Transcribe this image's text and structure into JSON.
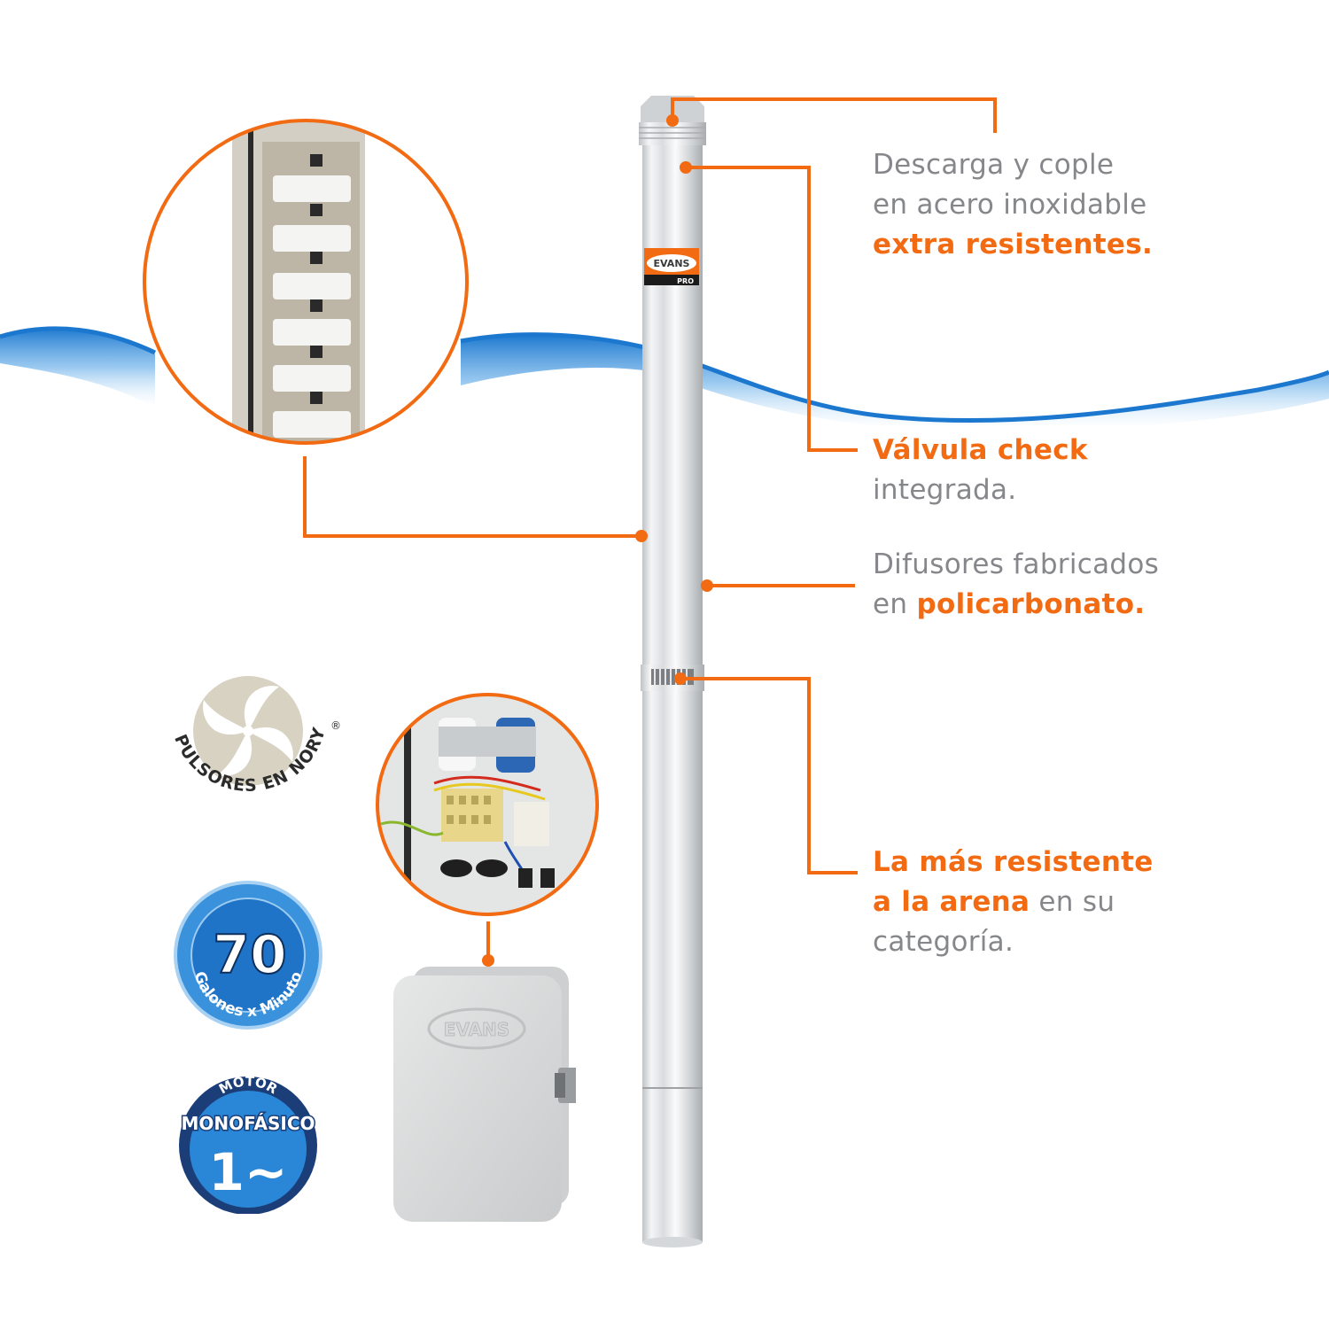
{
  "brand": {
    "name": "EVANS",
    "sub": "PRO",
    "accent_color": "#f26a12",
    "text_color": "#86878a",
    "water_color": "#1f7fd1"
  },
  "features": [
    {
      "id": "descarga",
      "lines": [
        [
          "Descarga y cople",
          ""
        ],
        [
          "en acero inoxidable",
          ""
        ],
        [
          "",
          "extra resistentes."
        ]
      ]
    },
    {
      "id": "valvula",
      "lines": [
        [
          "",
          "Válvula check"
        ],
        [
          "integrada.",
          ""
        ]
      ]
    },
    {
      "id": "difusores",
      "lines": [
        [
          "Difusores fabricados",
          ""
        ],
        [
          "en ",
          "policarbonato."
        ]
      ]
    },
    {
      "id": "arena",
      "lines": [
        [
          "",
          "La más resistente"
        ],
        [
          "",
          "a la arena",
          " en su"
        ],
        [
          "categoría.",
          ""
        ]
      ]
    }
  ],
  "badges": {
    "noryl": {
      "text": "IMPULSORES EN NORYL",
      "mark": "®"
    },
    "flow": {
      "value": "70",
      "caption": "Galones x Minuto"
    },
    "motor": {
      "top": "MOTOR",
      "middle": "MONOFÁSICO",
      "bottom": "1~"
    }
  },
  "control_box": {
    "logo": "EVANS"
  },
  "icons": [
    "impeller-closeup",
    "control-box-interior",
    "submersible-pump",
    "water-wave"
  ]
}
